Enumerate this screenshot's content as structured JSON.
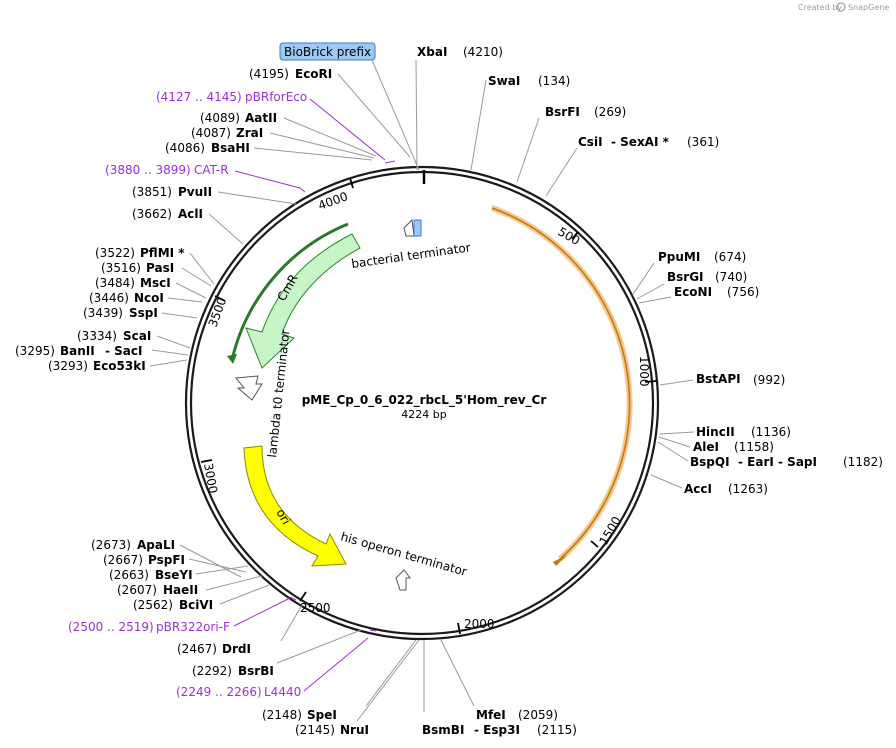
{
  "credit": {
    "created_by": "Created by",
    "app": "SnapGene"
  },
  "plasmid": {
    "name": "pME_Cp_0_6_022_rbcL_5'Hom_rev_Cr",
    "length": "4224 bp"
  },
  "ticks": [
    "500",
    "1000",
    "1500",
    "2000",
    "2500",
    "3000",
    "3500",
    "4000"
  ],
  "features": {
    "biobrick": "BioBrick prefix",
    "bacterial_terminator": "bacterial terminator",
    "cmr": "CmR",
    "lambda": "lambda t0 terminator",
    "ori": "ori",
    "his": "his operon terminator"
  },
  "sites": [
    {
      "name": "XbaI",
      "pos": "(4210)"
    },
    {
      "name": "SwaI",
      "pos": "(134)"
    },
    {
      "name": "BsrFI",
      "pos": "(269)"
    },
    {
      "name": "CsiI",
      "extra": "- SexAI *",
      "pos": "(361)"
    },
    {
      "name": "PpuMI",
      "pos": "(674)"
    },
    {
      "name": "BsrGI",
      "pos": "(740)"
    },
    {
      "name": "EcoNI",
      "pos": "(756)"
    },
    {
      "name": "BstAPI",
      "pos": "(992)"
    },
    {
      "name": "HincII",
      "pos": "(1136)"
    },
    {
      "name": "AleI",
      "pos": "(1158)"
    },
    {
      "name": "BspQI",
      "extra": "- EarI  - SapI",
      "pos": "(1182)"
    },
    {
      "name": "AccI",
      "pos": "(1263)"
    },
    {
      "name": "MfeI",
      "pos": "(2059)"
    },
    {
      "name": "BsmBI",
      "extra": "- Esp3I",
      "pos": "(2115)"
    },
    {
      "name": "SpeI",
      "pos": "(2148)"
    },
    {
      "name": "NruI",
      "pos": "(2145)"
    },
    {
      "name": "BsrBI",
      "pos": "(2292)"
    },
    {
      "name": "DrdI",
      "pos": "(2467)"
    },
    {
      "name": "BciVI",
      "pos": "(2562)"
    },
    {
      "name": "HaeII",
      "pos": "(2607)"
    },
    {
      "name": "BseYI",
      "pos": "(2663)"
    },
    {
      "name": "PspFI",
      "pos": "(2667)"
    },
    {
      "name": "ApaLI",
      "pos": "(2673)"
    },
    {
      "name": "Eco53kI",
      "pos": "(3293)"
    },
    {
      "name": "BanII",
      "extra": "- SacI",
      "pos": "(3295)"
    },
    {
      "name": "ScaI",
      "pos": "(3334)"
    },
    {
      "name": "SspI",
      "pos": "(3439)"
    },
    {
      "name": "NcoI",
      "pos": "(3446)"
    },
    {
      "name": "MscI",
      "pos": "(3484)"
    },
    {
      "name": "PasI",
      "pos": "(3516)"
    },
    {
      "name": "PflMI *",
      "pos": "(3522)"
    },
    {
      "name": "AclI",
      "pos": "(3662)"
    },
    {
      "name": "PvuII",
      "pos": "(3851)"
    },
    {
      "name": "BsaHI",
      "pos": "(4086)"
    },
    {
      "name": "ZraI",
      "pos": "(4087)"
    },
    {
      "name": "AatII",
      "pos": "(4089)"
    },
    {
      "name": "EcoRI",
      "pos": "(4195)"
    }
  ],
  "primers": [
    {
      "range": "(4127 .. 4145)",
      "name": "pBRforEco"
    },
    {
      "range": "(3880 .. 3899)",
      "name": "CAT-R"
    },
    {
      "range": "(2500 .. 2519)",
      "name": "pBR322ori-F"
    },
    {
      "range": "(2249 .. 2266)",
      "name": "L4440"
    }
  ],
  "colors": {
    "backbone": "#1a1a1a",
    "orange_feature": "#f5c78e",
    "orange_edge": "#c07a12",
    "cmr_fill": "#c8f5c8",
    "cmr_edge": "#2a8a2a",
    "ori_fill": "#ffff00",
    "ori_edge": "#8a8a00",
    "primer": "#9b30d9",
    "biobrick_fill": "#9ec9f5",
    "biobrick_edge": "#3b7bc8"
  }
}
